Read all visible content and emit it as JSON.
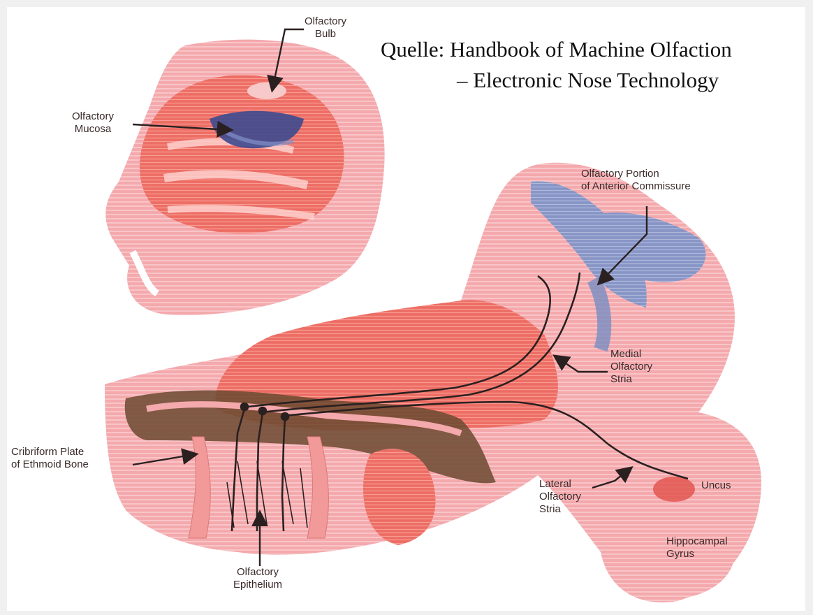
{
  "source_caption": {
    "line1": "Quelle: Handbook of Machine Olfaction",
    "line2": "– Electronic Nose Technology"
  },
  "labels": {
    "olfactory_bulb": [
      "Olfactory",
      "Bulb"
    ],
    "olfactory_mucosa": [
      "Olfactory",
      "Mucosa"
    ],
    "anterior_commissure": [
      "Olfactory Portion",
      "of Anterior Commissure"
    ],
    "medial_stria": [
      "Medial",
      "Olfactory",
      "Stria"
    ],
    "cribriform_plate": [
      "Cribriform Plate",
      "of Ethmoid Bone"
    ],
    "lateral_stria": [
      "Lateral",
      "Olfactory",
      "Stria"
    ],
    "uncus": [
      "Uncus"
    ],
    "hippocampal_gyrus": [
      "Hippocampal",
      "Gyrus"
    ],
    "olfactory_epithelium": [
      "Olfactory",
      "Epithelium"
    ]
  },
  "colors": {
    "tissue": "#f29a9a",
    "tissue_dark": "#e2504a",
    "pink": "#f7b8be",
    "blue": "#7f8fc2",
    "mucosa": "#3d4a8f",
    "brown": "#6b4a30",
    "line": "#2a2020"
  }
}
